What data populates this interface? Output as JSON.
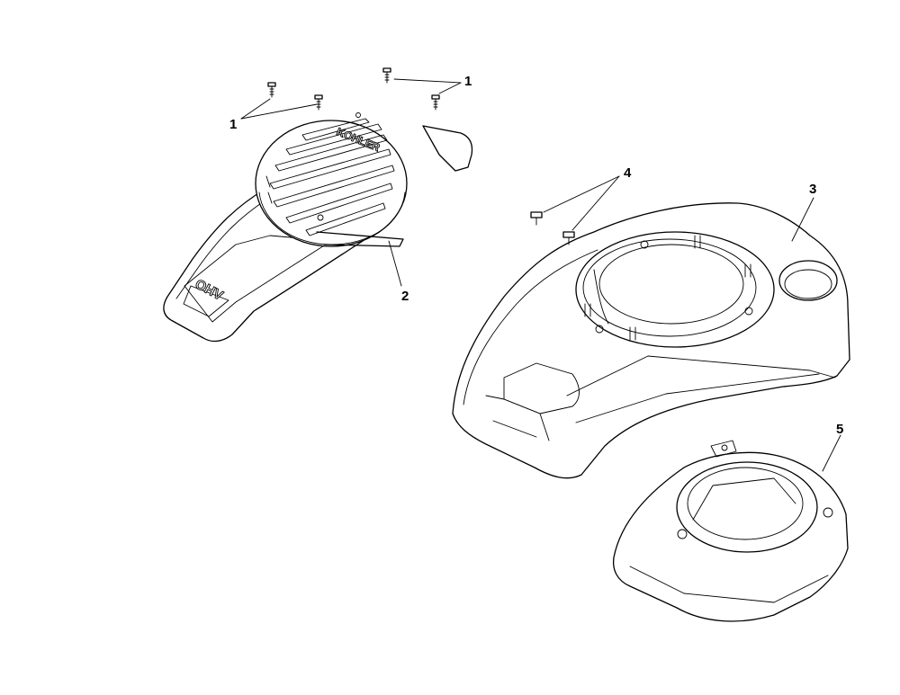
{
  "callouts": {
    "screws_a": "1",
    "screws_b": "1",
    "recoil_cover": "2",
    "blower_housing": "3",
    "bolts": "4",
    "baffle": "5"
  },
  "markings": {
    "brand": "KOHLER",
    "badge": "OHV"
  }
}
